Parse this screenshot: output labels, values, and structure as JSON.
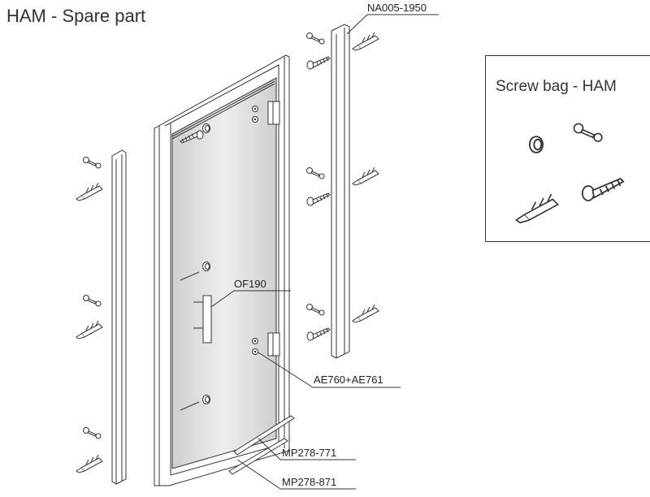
{
  "title": "HAM - Spare part",
  "screw_bag": {
    "title": "Screw bag - HAM"
  },
  "labels": {
    "profile": "NA005-1950",
    "handle": "OF190",
    "hinge": "AE760+AE761",
    "seal_1": "MP278-771",
    "seal_2": "MP278-871"
  },
  "colors": {
    "glass": "#d9d9d9",
    "line": "#333333"
  }
}
